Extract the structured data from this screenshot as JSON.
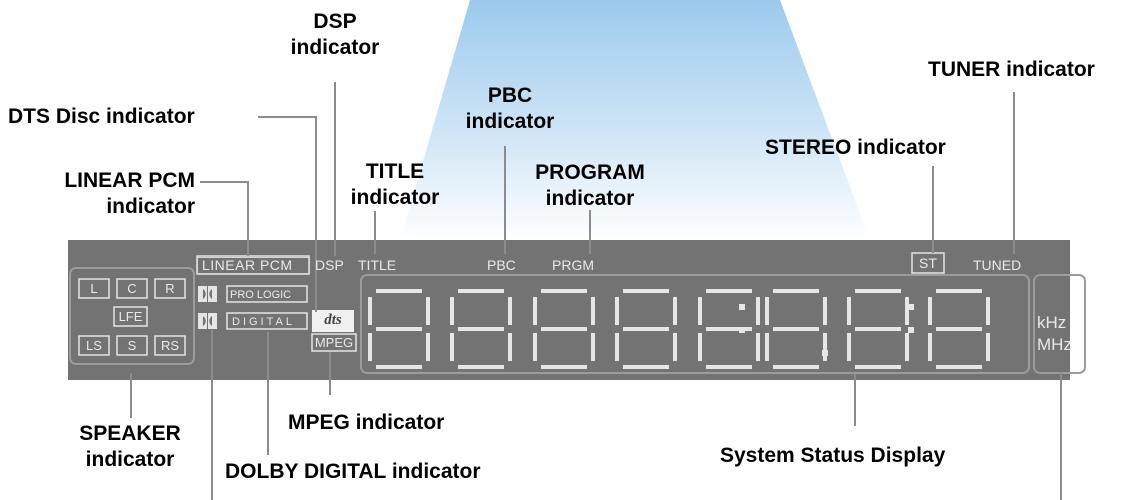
{
  "callouts": {
    "dsp": [
      "DSP",
      "indicator"
    ],
    "dts": "DTS Disc indicator",
    "pbc": [
      "PBC",
      "indicator"
    ],
    "tuner": "TUNER indicator",
    "title": [
      "TITLE",
      "indicator"
    ],
    "program": [
      "PROGRAM",
      "indicator"
    ],
    "stereo": "STEREO indicator",
    "linear_pcm": [
      "LINEAR PCM",
      "indicator"
    ],
    "speaker": [
      "SPEAKER",
      "indicator"
    ],
    "mpeg": "MPEG indicator",
    "dolby_digital": "DOLBY DIGITAL indicator",
    "system_status": "System Status Display"
  },
  "panel": {
    "linear_pcm": "LINEAR  PCM",
    "dsp": "DSP",
    "title": "TITLE",
    "pbc": "PBC",
    "prgm": "PRGM",
    "st": "ST",
    "tuned": "TUNED",
    "pro_logic": "PRO LOGIC",
    "digital": "DIGITAL",
    "dts_logo": "dts",
    "mpeg": "MPEG",
    "khz": "kHz",
    "mhz": "MHz",
    "speakers": {
      "l": "L",
      "c": "C",
      "r": "R",
      "lfe": "LFE",
      "ls": "LS",
      "s": "S",
      "rs": "RS"
    }
  },
  "colors": {
    "panel_bg": "#737373",
    "segment": "#e6e6e6",
    "frame": "#a6a6a6",
    "leader": "#8c8c8c",
    "beam": "#cde4f6"
  }
}
